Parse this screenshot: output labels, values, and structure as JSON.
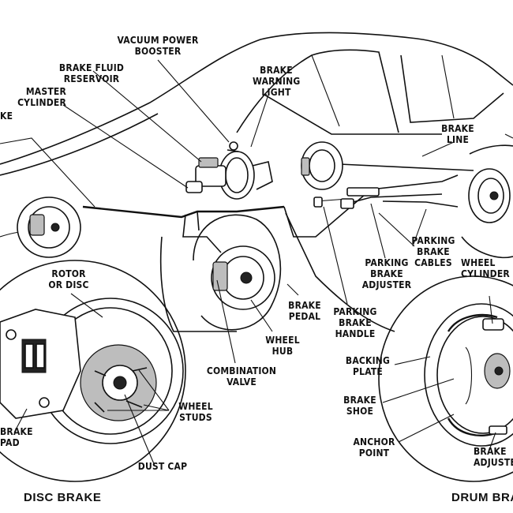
{
  "labels": {
    "vacuum_power_booster": "VACUUM POWER\nBOOSTER",
    "brake_fluid_reservoir": "BRAKE FLUID\nRESERVOIR",
    "master_cylinder": "MASTER\nCYLINDER",
    "brake_partial": "KE",
    "brake_warning_light": "BRAKE\nWARNING\nLIGHT",
    "brake_line": "BRAKE\nLINE",
    "parking_brake_cables": "PARKING\nBRAKE\nCABLES",
    "parking_brake_adjuster": "PARKING\nBRAKE\nADJUSTER",
    "rotor_or_disc": "ROTOR\nOR DISC",
    "brake_pedal": "BRAKE\nPEDAL",
    "parking_brake_handle": "PARKING\nBRAKE\nHANDLE",
    "wheel_hub": "WHEEL\nHUB",
    "wheel_cylinder": "WHEEL\nCYLINDER",
    "backing_plate": "BACKING\nPLATE",
    "combination_valve": "COMBINATION\nVALVE",
    "brake_shoe": "BRAKE\nSHOE",
    "wheel_studs": "WHEEL\nSTUDS",
    "brake_pad": "BRAKE\nPAD",
    "anchor_point": "ANCHOR\nPOINT",
    "dust_cap": "DUST CAP",
    "brake_adjuster": "BRAKE\nADJUSTER"
  },
  "captions": {
    "disc_brake": "DISC BRAKE",
    "drum_brake": "DRUM BRAKE"
  },
  "colors": {
    "ink": "#111111",
    "paper": "#ffffff"
  }
}
